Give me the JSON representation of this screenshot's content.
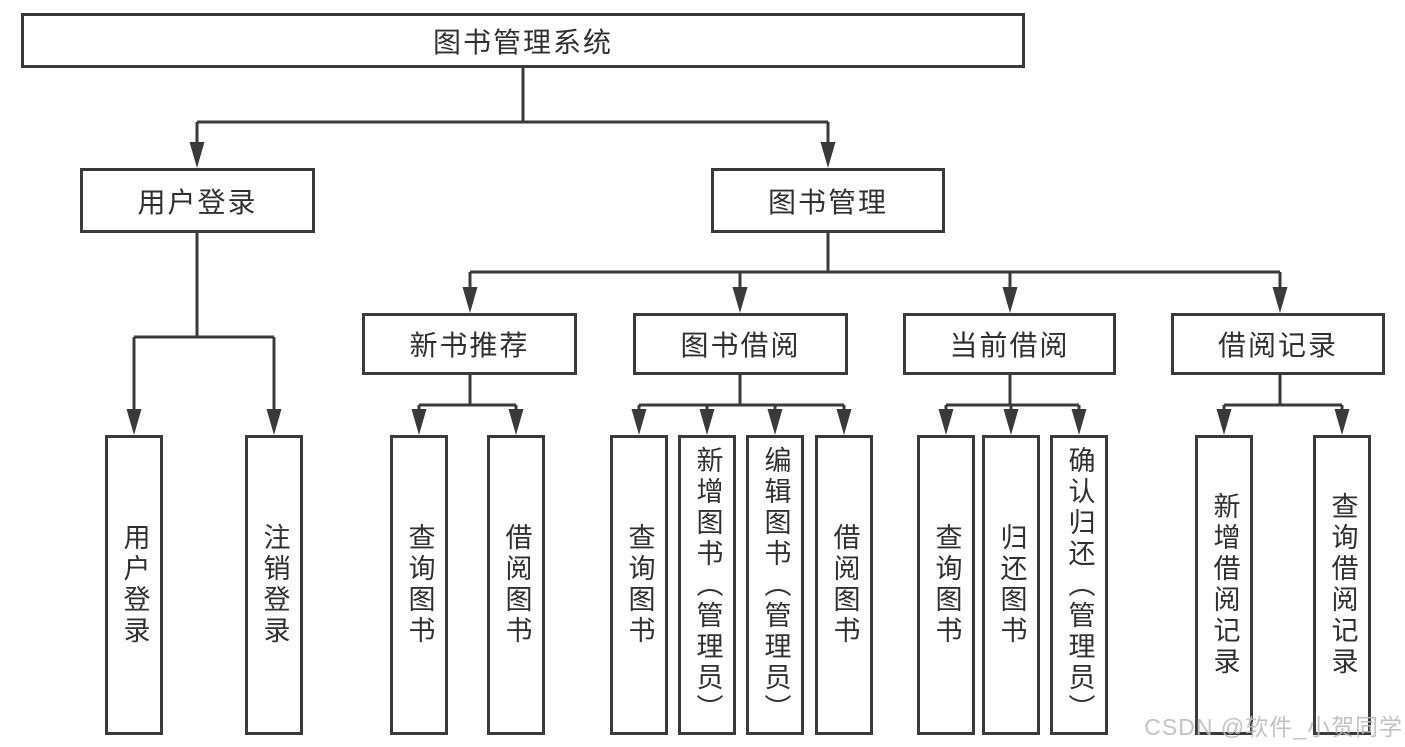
{
  "nodes": {
    "root": {
      "label": "图书管理系统"
    },
    "level2": [
      {
        "label": "用户登录"
      },
      {
        "label": "图书管理"
      }
    ],
    "level3": [
      {
        "label": "新书推荐"
      },
      {
        "label": "图书借阅"
      },
      {
        "label": "当前借阅"
      },
      {
        "label": "借阅记录"
      }
    ],
    "leaves_user_login": [
      {
        "label": "用户登录"
      },
      {
        "label": "注销登录"
      }
    ],
    "leaves_new_book": [
      {
        "label": "查询图书"
      },
      {
        "label": "借阅图书"
      }
    ],
    "leaves_book_borrow": [
      {
        "label": "查询图书"
      },
      {
        "label": "新增图书（管理员）"
      },
      {
        "label": "编辑图书（管理员）"
      },
      {
        "label": "借阅图书"
      }
    ],
    "leaves_current_borrow": [
      {
        "label": "查询图书"
      },
      {
        "label": "归还图书"
      },
      {
        "label": "确认归还（管理员）"
      }
    ],
    "leaves_borrow_records": [
      {
        "label": "新增借阅记录"
      },
      {
        "label": "查询借阅记录"
      }
    ]
  },
  "watermark": "CSDN @软件_小贺同学",
  "colors": {
    "line": "#3a3a3a",
    "text": "#303030",
    "watermark": "#bcbcbc",
    "background": "#ffffff"
  }
}
